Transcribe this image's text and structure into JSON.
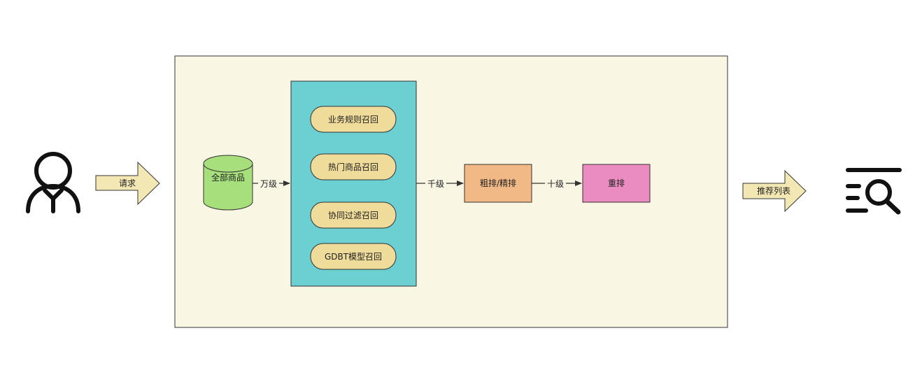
{
  "user": {
    "icon": "user-icon"
  },
  "request_arrow": {
    "label": "请求"
  },
  "container": {
    "fill": "#f9f6e4"
  },
  "all_products": {
    "label": "全部商品",
    "fill": "#a6df7c"
  },
  "edge_wan": {
    "label": "万级"
  },
  "recall_panel": {
    "fill": "#6ccfd2",
    "items": [
      {
        "label": "业务规则召回"
      },
      {
        "label": "热门商品召回"
      },
      {
        "label": "协同过滤召回"
      },
      {
        "label": "GDBT模型召回"
      }
    ],
    "item_fill": "#efdb9a"
  },
  "edge_qian": {
    "label": "千级"
  },
  "coarse_fine_rank": {
    "label": "粗排/精排",
    "fill": "#f1b985"
  },
  "edge_shi": {
    "label": "十级"
  },
  "rerank": {
    "label": "重排",
    "fill": "#ea8cc1"
  },
  "result_arrow": {
    "label": "推荐列表"
  },
  "result": {
    "icon": "list-search-icon"
  }
}
